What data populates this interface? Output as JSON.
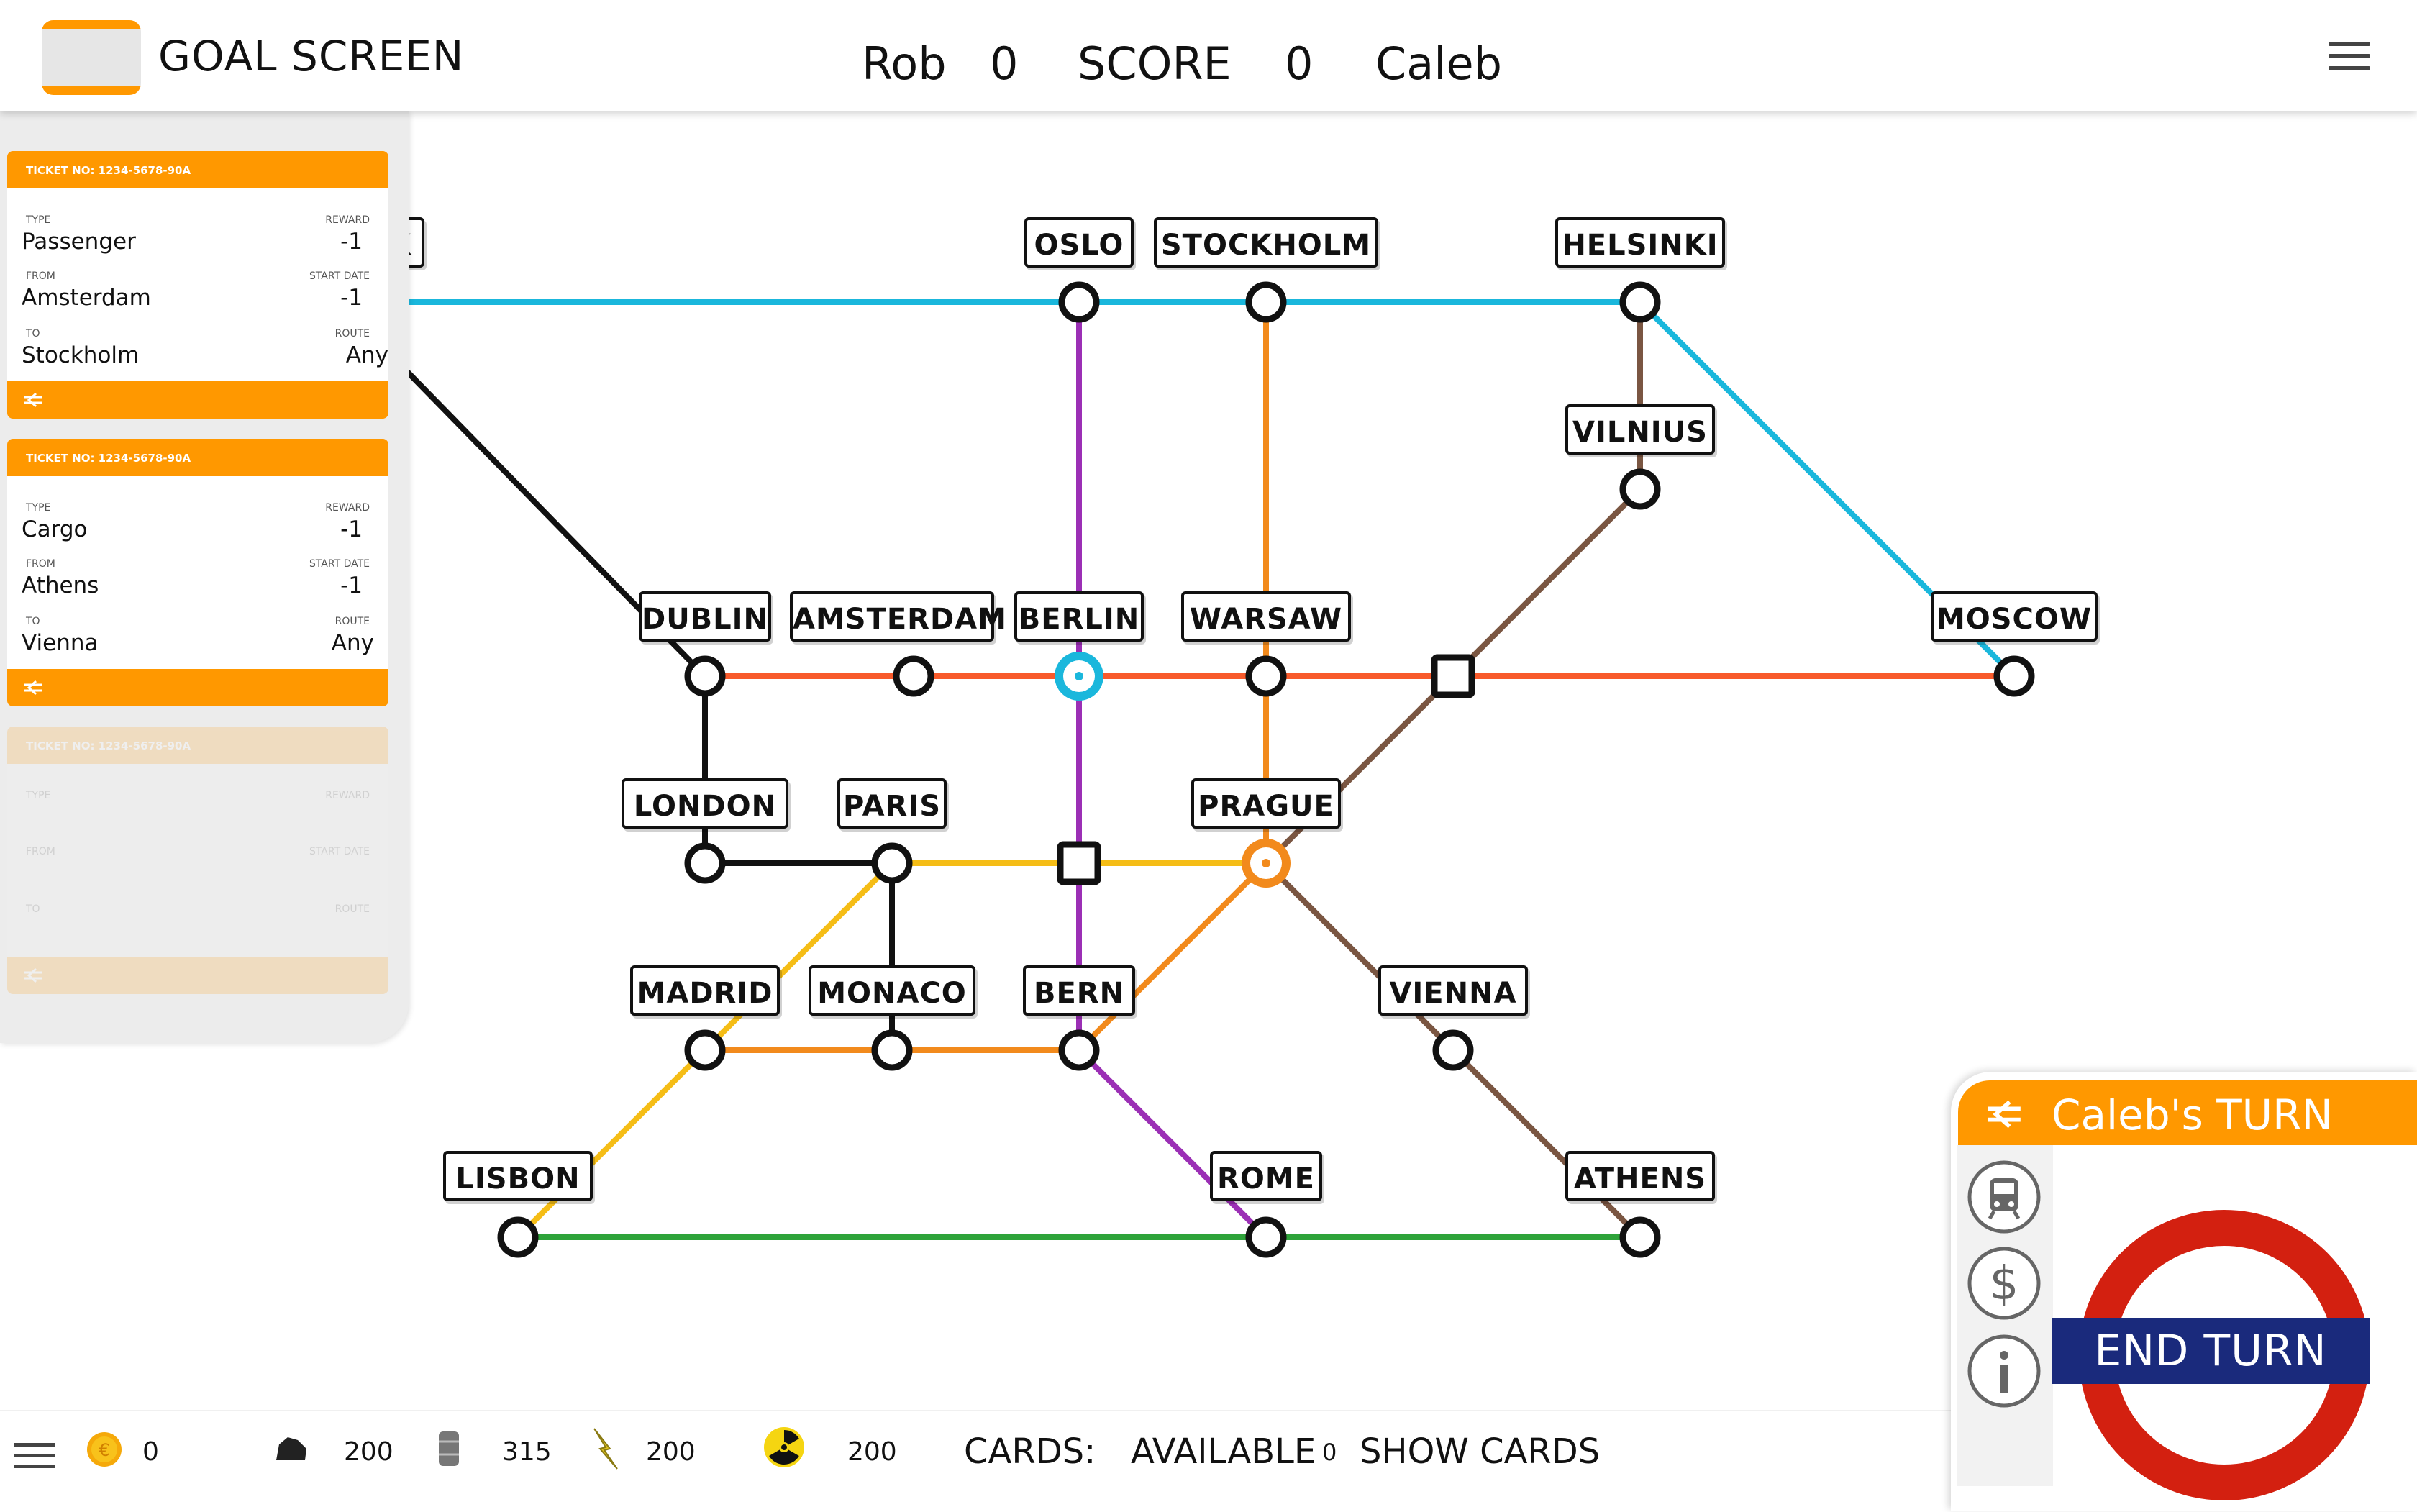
{
  "header": {
    "title": "GOAL SCREEN",
    "player1_name": "Rob",
    "player1_score": "0",
    "score_label": "SCORE",
    "player2_score": "0",
    "player2_name": "Caleb",
    "menu_icon": "hamburger-menu-icon"
  },
  "tickets": [
    {
      "ticket_no": "TICKET NO: 1234-5678-90A",
      "type_label": "TYPE",
      "type": "Passenger",
      "reward_label": "REWARD",
      "reward": "-1",
      "from_label": "FROM",
      "from": "Amsterdam",
      "start_date_label": "START DATE",
      "start_date": "-1",
      "to_label": "TO",
      "to": "Stockholm",
      "route_label": "ROUTE",
      "route": "Any"
    },
    {
      "ticket_no": "TICKET NO: 1234-5678-90A",
      "type_label": "TYPE",
      "type": "Cargo",
      "reward_label": "REWARD",
      "reward": "-1",
      "from_label": "FROM",
      "from": "Athens",
      "start_date_label": "START DATE",
      "start_date": "-1",
      "to_label": "TO",
      "to": "Vienna",
      "route_label": "ROUTE",
      "route": "Any"
    },
    {
      "ticket_no": "TICKET NO: 1234-5678-90A",
      "type_label": "TYPE",
      "reward_label": "REWARD",
      "from_label": "FROM",
      "start_date_label": "START DATE",
      "to_label": "TO",
      "route_label": "ROUTE"
    }
  ],
  "map": {
    "cities": {
      "edge": "K",
      "oslo": "OSLO",
      "stockholm": "STOCKHOLM",
      "helsinki": "HELSINKI",
      "vilnius": "VILNIUS",
      "dublin": "DUBLIN",
      "amsterdam": "AMSTERDAM",
      "berlin": "BERLIN",
      "warsaw": "WARSAW",
      "moscow": "MOSCOW",
      "london": "LONDON",
      "paris": "PARIS",
      "prague": "PRAGUE",
      "madrid": "MADRID",
      "monaco": "MONACO",
      "bern": "BERN",
      "vienna": "VIENNA",
      "lisbon": "LISBON",
      "rome": "ROME",
      "athens": "ATHENS"
    },
    "line_colors": {
      "cyan": "#1ab7dc",
      "purple": "#9b2fb5",
      "orange": "#f28a1c",
      "brown": "#7a5642",
      "red_orange": "#f85a2b",
      "black": "#111111",
      "yellow": "#f5bd16",
      "green": "#2ea33a"
    }
  },
  "turn_panel": {
    "turn_text": "Caleb's TURN",
    "end_turn_label": "END TURN",
    "buttons": [
      "train-icon",
      "dollar-icon",
      "info-icon"
    ]
  },
  "bottom_bar": {
    "coins": "0",
    "coal": "200",
    "oil": "315",
    "electric": "200",
    "nuclear": "200",
    "cards_label": "CARDS:",
    "available_label": "AVAILABLE",
    "available_count": "0",
    "show_cards_label": "SHOW CARDS"
  },
  "colors": {
    "accent_orange": "#ff9800",
    "end_turn_red": "#d32010",
    "end_turn_blue": "#1a2a7c"
  }
}
